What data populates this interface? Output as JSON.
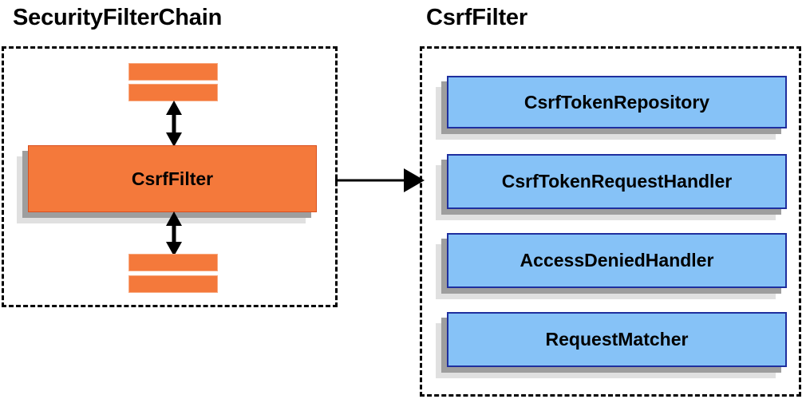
{
  "diagram": {
    "title_left": "SecurityFilterChain",
    "title_right": "CsrfFilter",
    "colors": {
      "orange_fill": "#F4793B",
      "orange_border": "#D94F1E",
      "blue_fill": "#86C2F7",
      "blue_border": "#1F2F9E",
      "shadow_mid": "#9E9E9E",
      "shadow_back": "#E0E0E0",
      "outline": "#000000",
      "background": "#FFFFFF"
    },
    "left_panel": {
      "group_label": "SecurityFilterChain",
      "highlighted_filter": "CsrfFilter",
      "unlabeled_filters_above": [
        "",
        ""
      ],
      "unlabeled_filters_below": [
        "",
        ""
      ],
      "connector_above": "double-headed-vertical-arrow",
      "connector_below": "double-headed-vertical-arrow"
    },
    "right_panel": {
      "group_label": "CsrfFilter",
      "collaborators": [
        {
          "label": "CsrfTokenRepository"
        },
        {
          "label": "CsrfTokenRequestHandler"
        },
        {
          "label": "AccessDeniedHandler"
        },
        {
          "label": "RequestMatcher"
        }
      ]
    },
    "link": {
      "from": "CsrfFilter",
      "to": "CsrfFilter detail group",
      "style": "single-headed-horizontal-arrow"
    }
  }
}
